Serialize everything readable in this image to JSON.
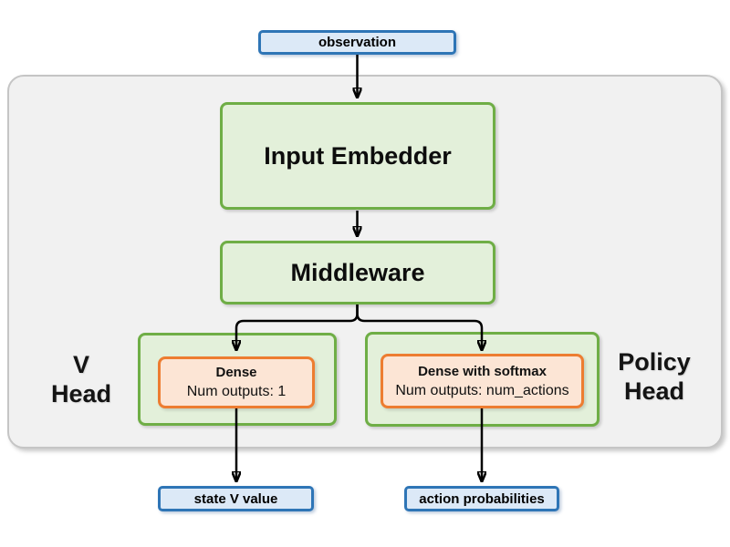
{
  "nodes": {
    "observation": "observation",
    "input_embedder": "Input Embedder",
    "middleware": "Middleware",
    "v_head": {
      "line1": "V",
      "line2": "Head"
    },
    "v_dense": {
      "title": "Dense",
      "subtitle": "Num outputs: 1"
    },
    "policy_head": {
      "line1": "Policy",
      "line2": "Head"
    },
    "policy_dense": {
      "title": "Dense with softmax",
      "subtitle": "Num outputs: num_actions"
    },
    "state_v_value": "state V value",
    "action_probabilities": "action probabilities"
  },
  "colors": {
    "io_fill": "#dce9f7",
    "io_border": "#2e75b6",
    "module_fill": "#e3f0da",
    "module_border": "#6fae46",
    "dense_fill": "#fce5d5",
    "dense_border": "#ed7d31",
    "container_fill": "#f1f1f1",
    "container_border": "#c5c5c5",
    "arrow": "#000000",
    "text": "#000000"
  }
}
